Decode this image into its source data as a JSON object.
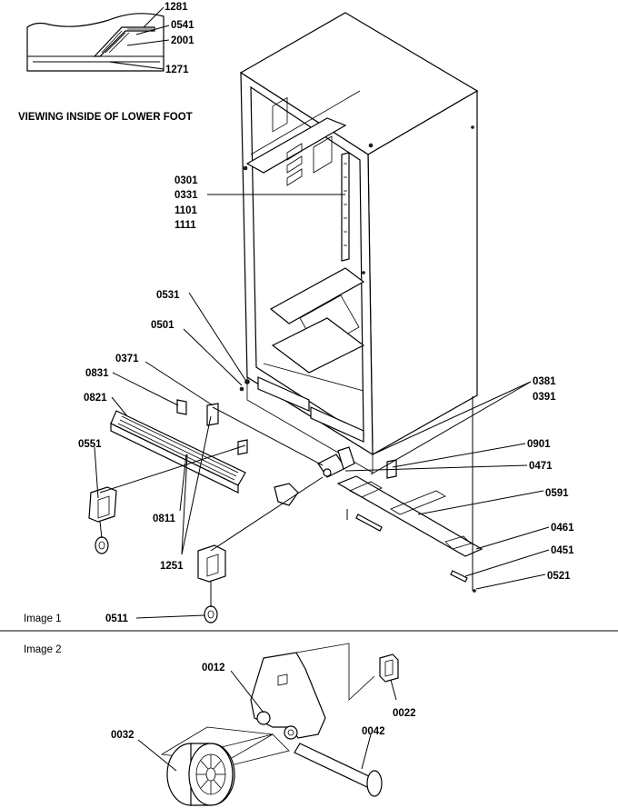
{
  "header": {
    "title": "VIEWING INSIDE OF LOWER FOOT"
  },
  "panels": {
    "image1": "Image 1",
    "image2": "Image 2"
  },
  "labels": {
    "p1281": "1281",
    "p0541": "0541",
    "p2001": "2001",
    "p1271": "1271",
    "p0301": "0301",
    "p0331": "0331",
    "p1101": "1101",
    "p1111": "1111",
    "p0531": "0531",
    "p0501": "0501",
    "p0371": "0371",
    "p0831": "0831",
    "p0821": "0821",
    "p0551": "0551",
    "p0811": "0811",
    "p1251": "1251",
    "p0511": "0511",
    "p0381": "0381",
    "p0391": "0391",
    "p0901": "0901",
    "p0471": "0471",
    "p0591": "0591",
    "p0461": "0461",
    "p0451": "0451",
    "p0521": "0521",
    "p0012": "0012",
    "p0022": "0022",
    "p0032": "0032",
    "p0042": "0042"
  }
}
